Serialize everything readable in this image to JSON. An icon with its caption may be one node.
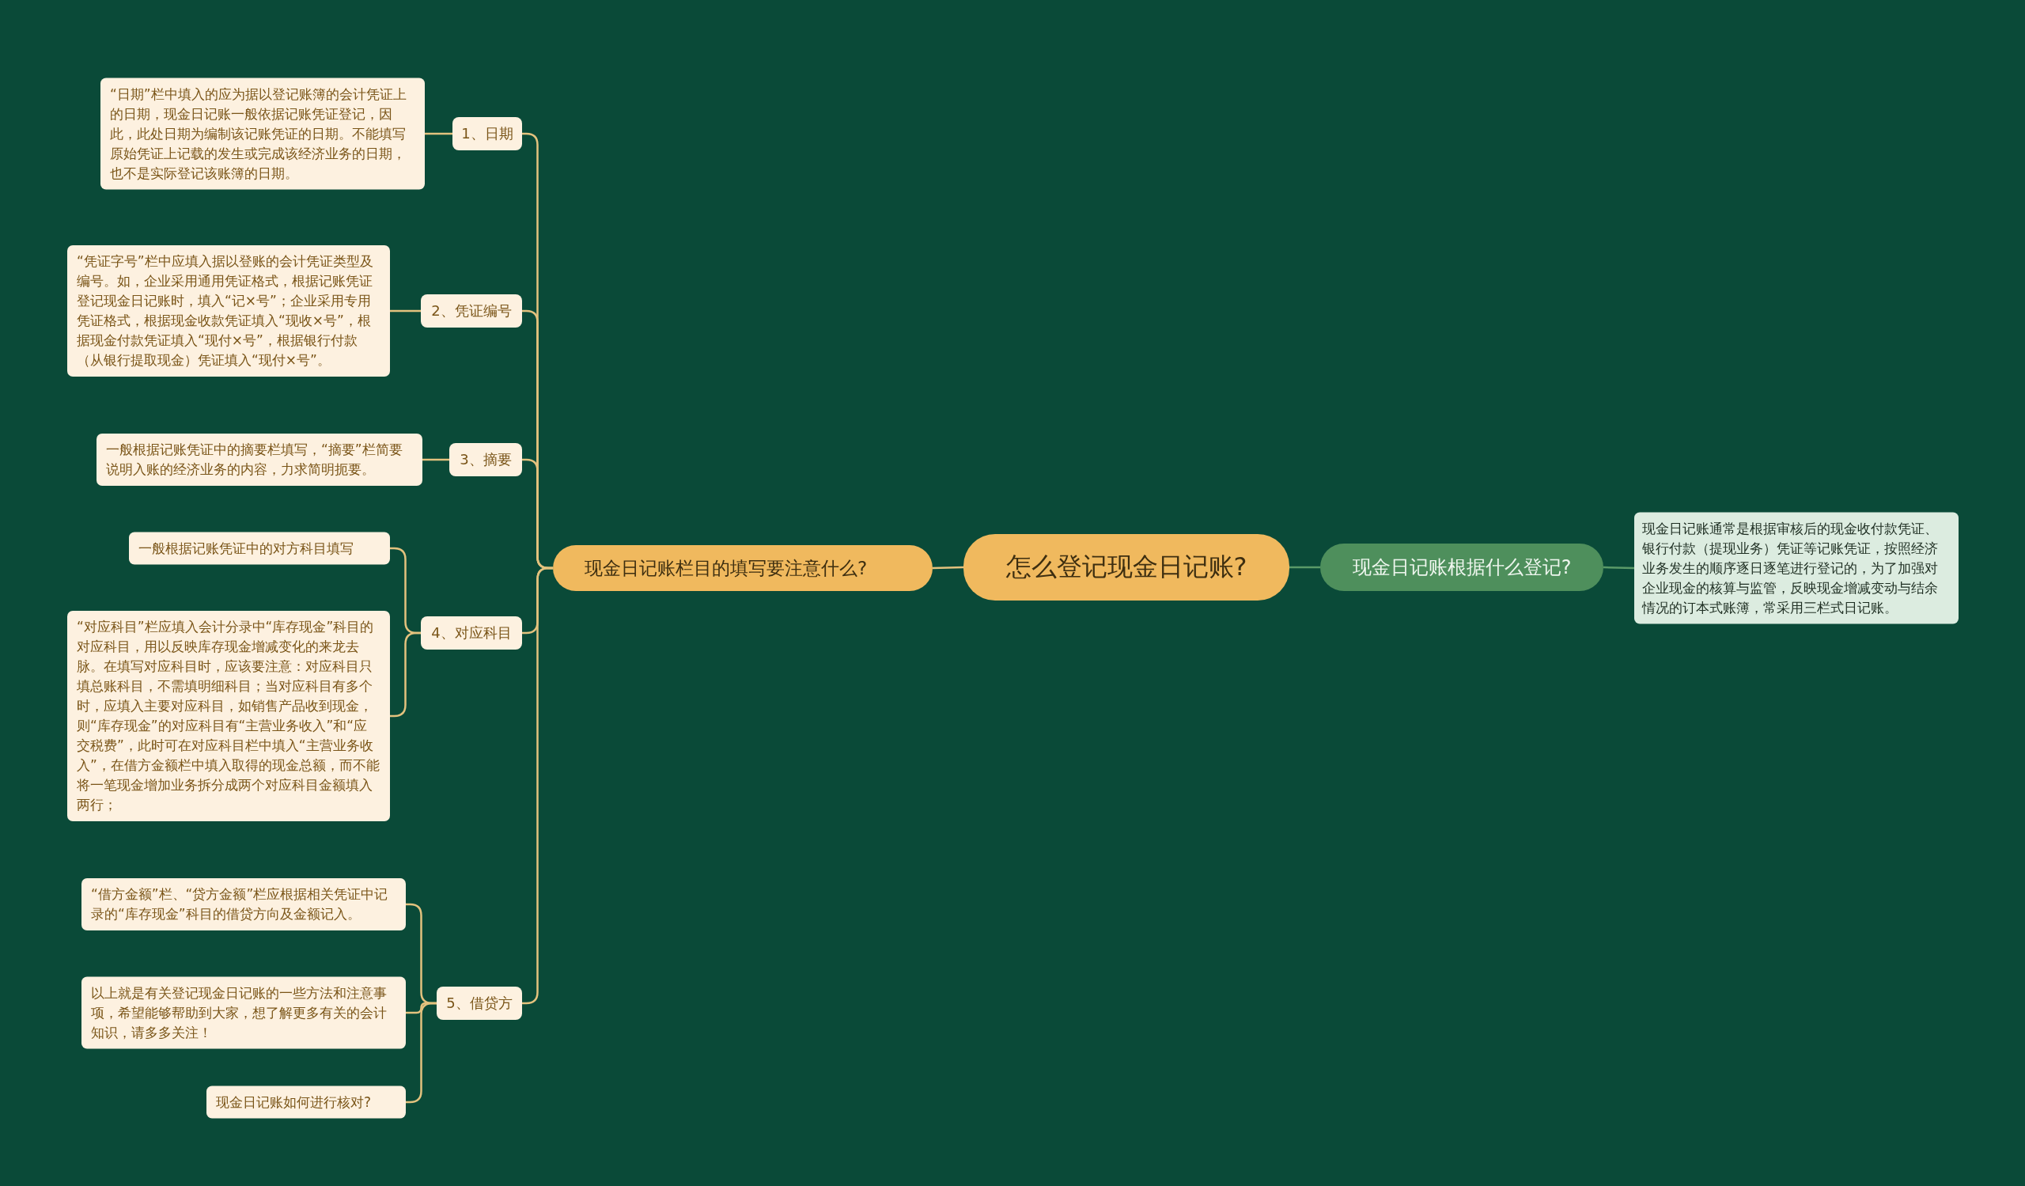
{
  "diagram": {
    "nodes": [
      {
        "text": [
          "怎么登记现金日记账?"
        ]
      },
      {
        "text": [
          "现金日记账栏目的填写要注意什么?"
        ]
      },
      {
        "text": [
          "现金日记账根据什么登记?"
        ]
      },
      {
        "text": [
          "现金日记账通常是根据审核后的现金收付款凭证、银行付款（提现业务）凭证等记账凭证，按照经济业务发生的顺序逐日逐笔进行登记的，为了加强对企业现金的核算与监管，反映现金增减变动与结余情况的订本式账簿，常采用三栏式日记账。"
        ]
      },
      {
        "text": [
          "1、日期"
        ]
      },
      {
        "text": [
          "“日期”栏中填入的应为据以登记账簿的会计凭证上的日期，现金日记账一般依据记账凭证登记，因此，此处日期为编制该记账凭证的日期。不能填写原始凭证上记载的发生或完成该经济业务的日期，也不是实际登记该账簿的日期。"
        ]
      },
      {
        "text": [
          "2、凭证编号"
        ]
      },
      {
        "text": [
          "“凭证字号”栏中应填入据以登账的会计凭证类型及编号。如，企业采用通用凭证格式，根据记账凭证登记现金日记账时，填入“记×号”；企业采用专用凭证格式，根据现金收款凭证填入“现收×号”，根据现金付款凭证填入“现付×号”，根据银行付款（从银行提取现金）凭证填入“现付×号”。"
        ]
      },
      {
        "text": [
          "3、摘要"
        ]
      },
      {
        "text": [
          "一般根据记账凭证中的摘要栏填写，“摘要”栏简要说明入账的经济业务的内容，力求简明扼要。"
        ]
      },
      {
        "text": [
          "4、对应科目"
        ]
      },
      {
        "text": [
          "一般根据记账凭证中的对方科目填写"
        ]
      },
      {
        "text": [
          "“对应科目”栏应填入会计分录中“库存现金”科目的对应科目，用以反映库存现金增减变化的来龙去脉。在填写对应科目时，应该要注意：对应科目只填总账科目，不需填明细科目；当对应科目有多个时，应填入主要对应科目，如销售产品收到现金，则“库存现金”的对应科目有“主营业务收入”和“应交税费”，此时可在对应科目栏中填入“主营业务收入”，在借方金额栏中填入取得的现金总额，而不能将一笔现金增加业务拆分成两个对应科目金额填入两行；"
        ]
      },
      {
        "text": [
          "5、借贷方"
        ]
      },
      {
        "text": [
          "“借方金额”栏、“贷方金额”栏应根据相关凭证中记录的“库存现金”科目的借贷方向及金额记入。"
        ]
      },
      {
        "text": [
          "以上就是有关登记现金日记账的一些方法和注意事项，希望能够帮助到大家，想了解更多有关的会计知识，请多多关注！"
        ]
      },
      {
        "text": [
          "现金日记账如何进行核对?"
        ]
      }
    ],
    "edges": [
      {
        "from": 0,
        "to": 1,
        "arrow": "none"
      },
      {
        "from": 0,
        "to": 2,
        "arrow": "none",
        "color": "#5a9a68"
      },
      {
        "from": 2,
        "to": 3,
        "arrow": "none",
        "color": "#5a9a68"
      },
      {
        "from": 1,
        "to": 4,
        "arrow": "none"
      },
      {
        "from": 1,
        "to": 6,
        "arrow": "none"
      },
      {
        "from": 1,
        "to": 8,
        "arrow": "none"
      },
      {
        "from": 1,
        "to": 10,
        "arrow": "none"
      },
      {
        "from": 1,
        "to": 13,
        "arrow": "none"
      },
      {
        "from": 4,
        "to": 5,
        "arrow": "none"
      },
      {
        "from": 6,
        "to": 7,
        "arrow": "none"
      },
      {
        "from": 8,
        "to": 9,
        "arrow": "none"
      },
      {
        "from": 10,
        "to": 11,
        "arrow": "none"
      },
      {
        "from": 10,
        "to": 12,
        "arrow": "none"
      },
      {
        "from": 13,
        "to": 14,
        "arrow": "none"
      },
      {
        "from": 13,
        "to": 15,
        "arrow": "none"
      },
      {
        "from": 13,
        "to": 16,
        "arrow": "none"
      }
    ]
  }
}
